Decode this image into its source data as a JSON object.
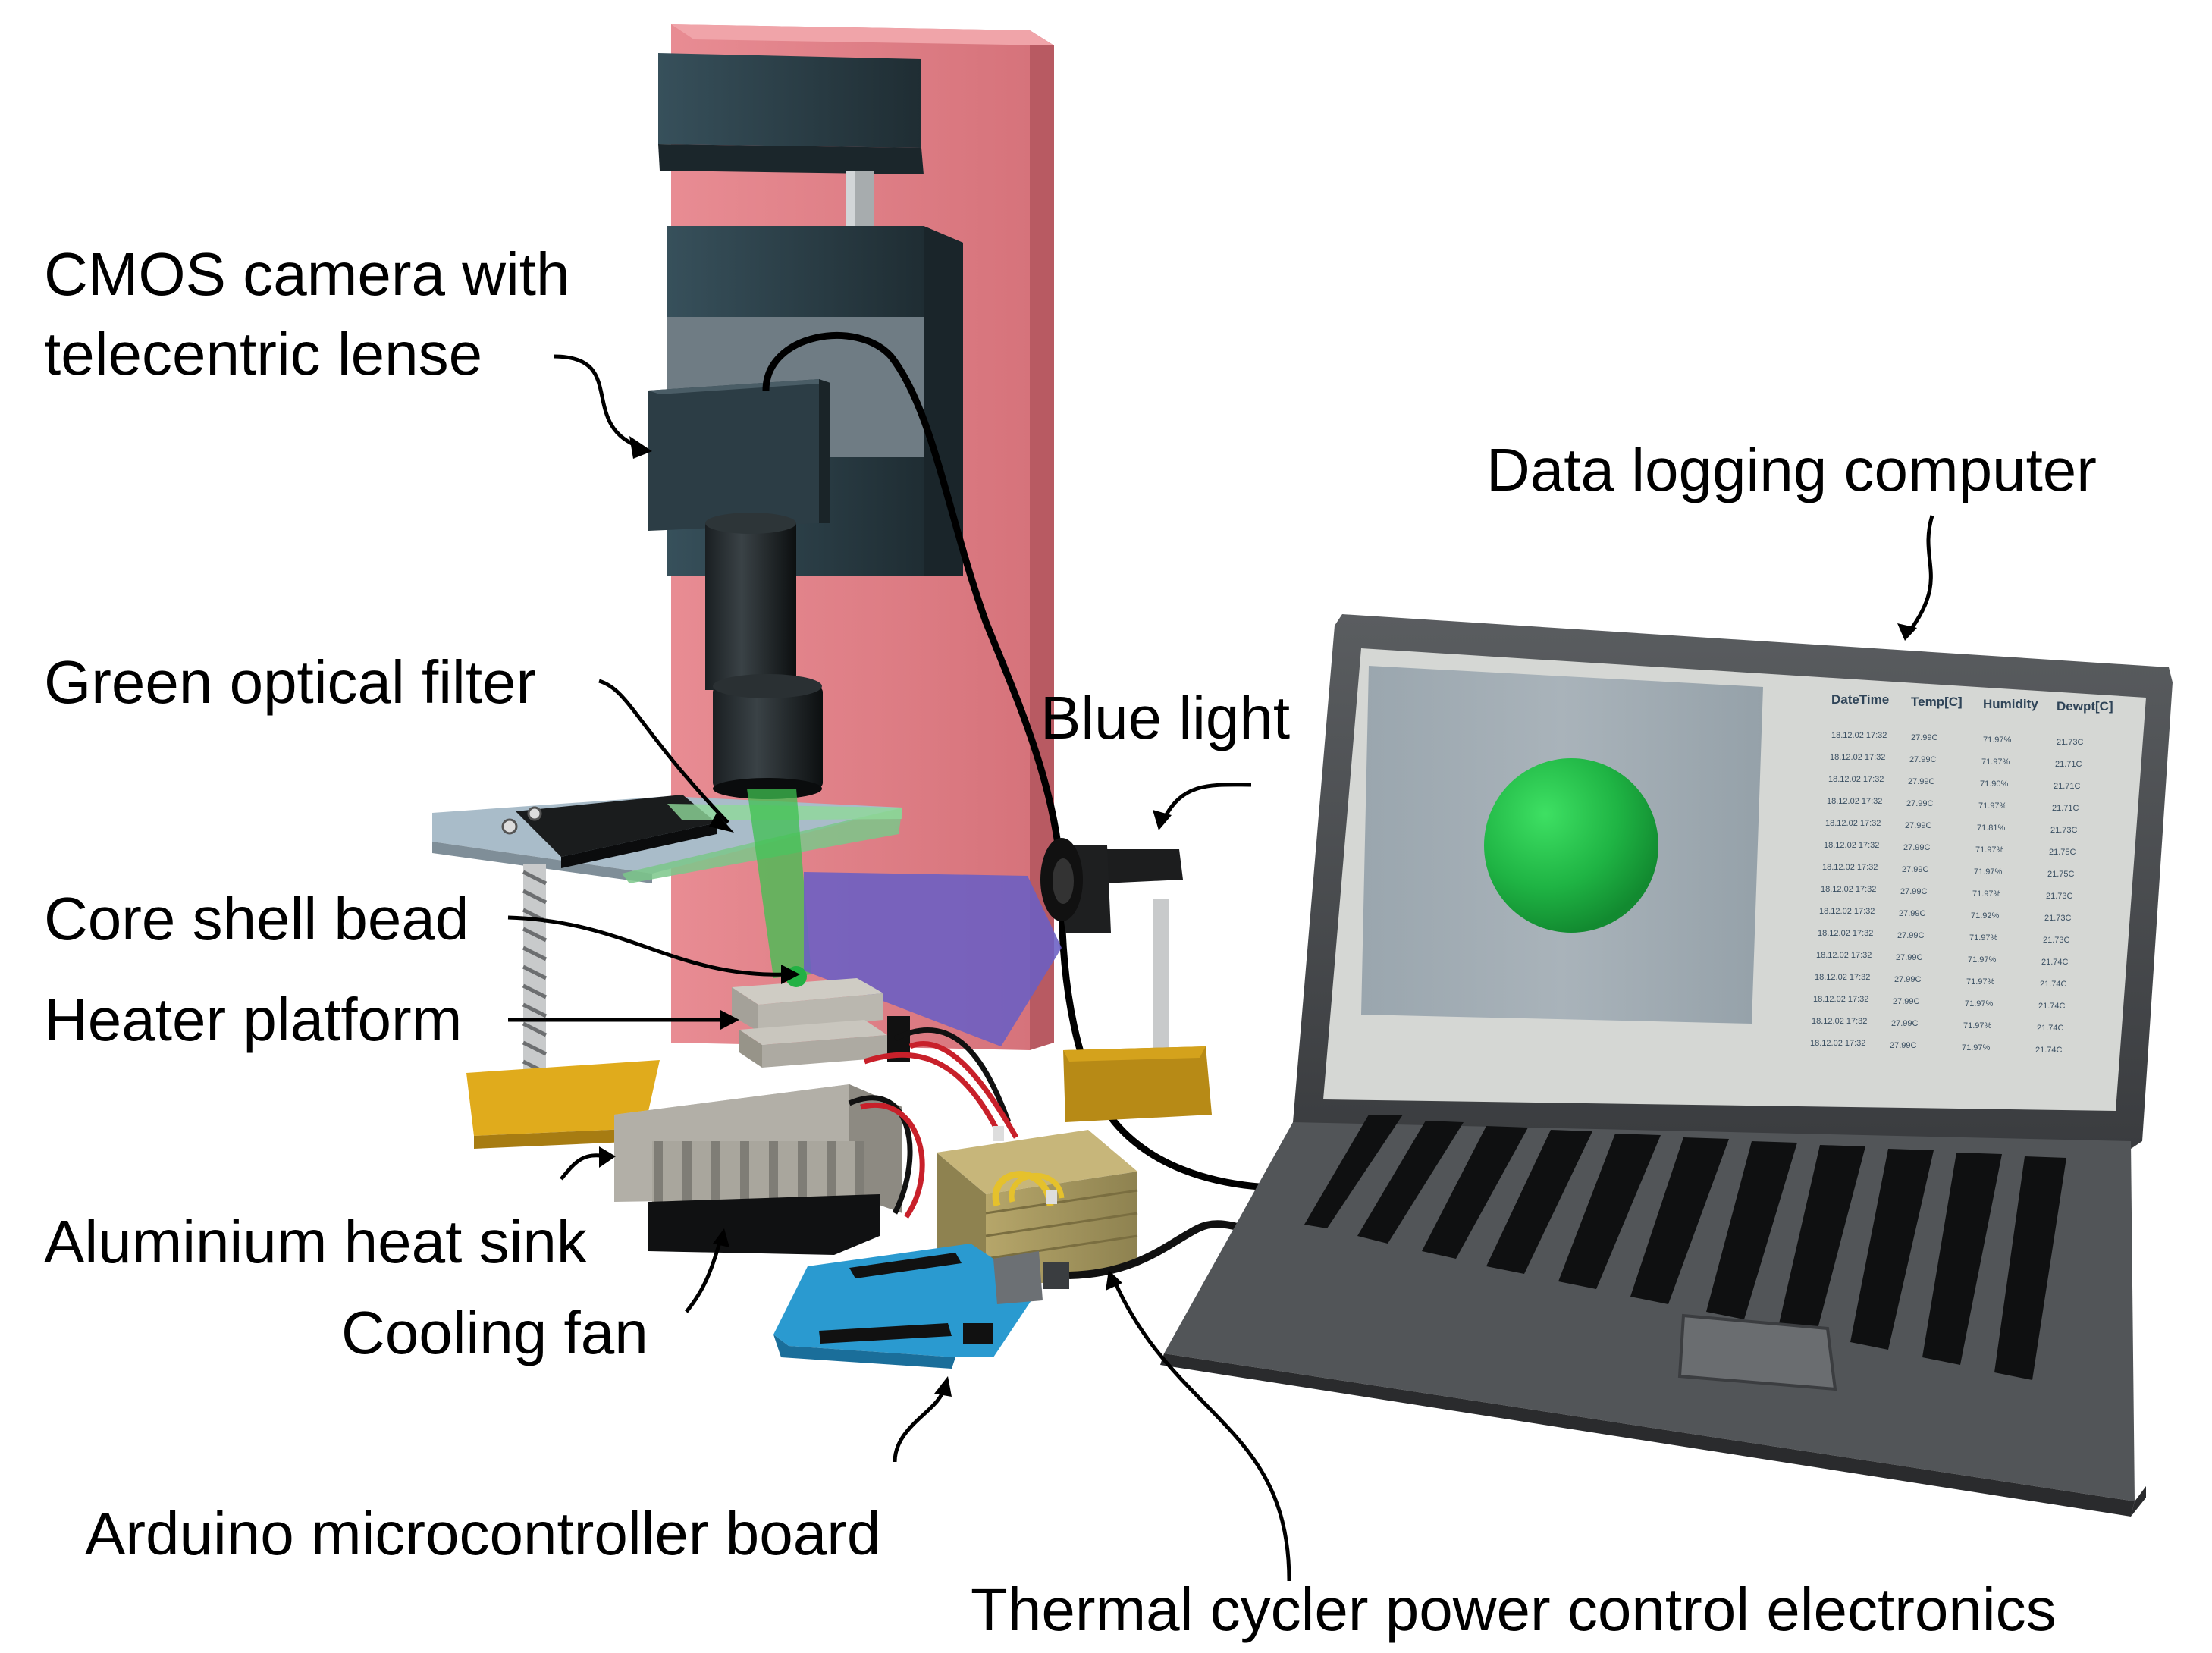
{
  "labels": {
    "camera_line1": "CMOS camera with",
    "camera_line2": "telecentric lense",
    "filter": "Green optical filter",
    "bead": "Core shell bead",
    "heater": "Heater platform",
    "heatsink": "Aluminium heat sink",
    "fan": "Cooling fan",
    "arduino": "Arduino microcontroller board",
    "thermal": "Thermal cycler power control electronics",
    "computer": "Data logging computer",
    "blue_light": "Blue light"
  },
  "screen_table": {
    "headers": [
      "DateTime",
      "Temp[C]",
      "Humidity",
      "Dewpt[C]"
    ],
    "rows": [
      [
        "18.12.02  17:32",
        "27.99C",
        "71.97%",
        "21.73C"
      ],
      [
        "18.12.02  17:32",
        "27.99C",
        "71.97%",
        "21.71C"
      ],
      [
        "18.12.02  17:32",
        "27.99C",
        "71.90%",
        "21.71C"
      ],
      [
        "18.12.02  17:32",
        "27.99C",
        "71.97%",
        "21.71C"
      ],
      [
        "18.12.02  17:32",
        "27.99C",
        "71.81%",
        "21.73C"
      ],
      [
        "18.12.02  17:32",
        "27.99C",
        "71.97%",
        "21.75C"
      ],
      [
        "18.12.02  17:32",
        "27.99C",
        "71.97%",
        "21.75C"
      ],
      [
        "18.12.02  17:32",
        "27.99C",
        "71.97%",
        "21.73C"
      ],
      [
        "18.12.02  17:32",
        "27.99C",
        "71.92%",
        "21.73C"
      ],
      [
        "18.12.02  17:32",
        "27.99C",
        "71.97%",
        "21.73C"
      ],
      [
        "18.12.02  17:32",
        "27.99C",
        "71.97%",
        "21.74C"
      ],
      [
        "18.12.02  17:32",
        "27.99C",
        "71.97%",
        "21.74C"
      ],
      [
        "18.12.02  17:32",
        "27.99C",
        "71.97%",
        "21.74C"
      ],
      [
        "18.12.02  17:32",
        "27.99C",
        "71.97%",
        "21.74C"
      ],
      [
        "18.12.02  17:32",
        "27.99C",
        "71.97%",
        "21.74C"
      ]
    ]
  },
  "colors": {
    "backplate": "#e07f86",
    "camera_body": "#2e3f47",
    "green_light": "#3fc050",
    "blue_light": "#6a5fc4",
    "heater": "#b9b6ad",
    "yellow_base": "#dba51a",
    "arduino": "#2a9ad0",
    "electronics_box": "#a49660",
    "laptop": "#4a4d50",
    "bead": "#23b144"
  }
}
